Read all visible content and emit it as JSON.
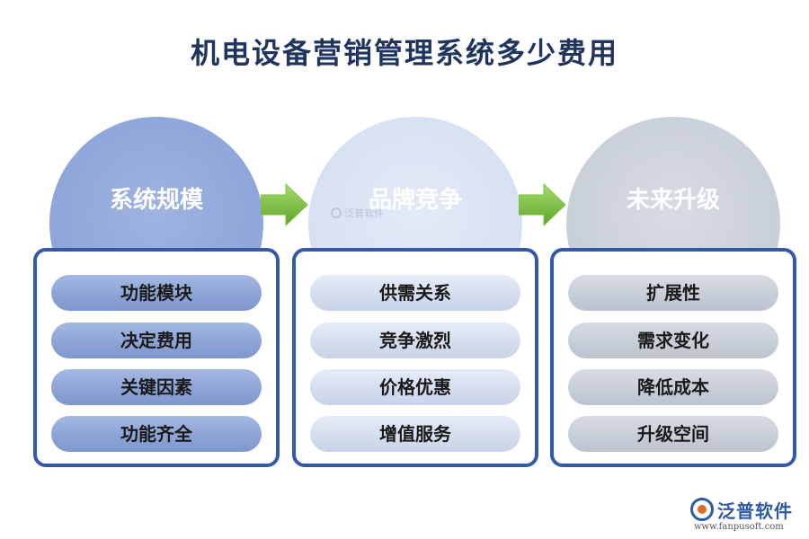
{
  "title": "机电设备营销管理系统多少费用",
  "columns": [
    {
      "heading": "系统规模",
      "items": [
        "功能模块",
        "决定费用",
        "关键因素",
        "功能齐全"
      ]
    },
    {
      "heading": "品牌竞争",
      "items": [
        "供需关系",
        "竞争激烈",
        "价格优惠",
        "增值服务"
      ]
    },
    {
      "heading": "未来升级",
      "items": [
        "扩展性",
        "需求变化",
        "降低成本",
        "升级空间"
      ]
    }
  ],
  "colors": {
    "title": "#1f3560",
    "border": "#3459a8",
    "arrow": "#7cc23f",
    "column1": "#8ea5d8",
    "column2": "#d7e0f2",
    "column3": "#c9cfd9"
  },
  "icons": {
    "arrow": "right-arrow-icon"
  },
  "watermark": {
    "inline_text": "泛普软件"
  },
  "logo": {
    "name": "泛普软件",
    "url": "www.fanpusoft.com"
  }
}
